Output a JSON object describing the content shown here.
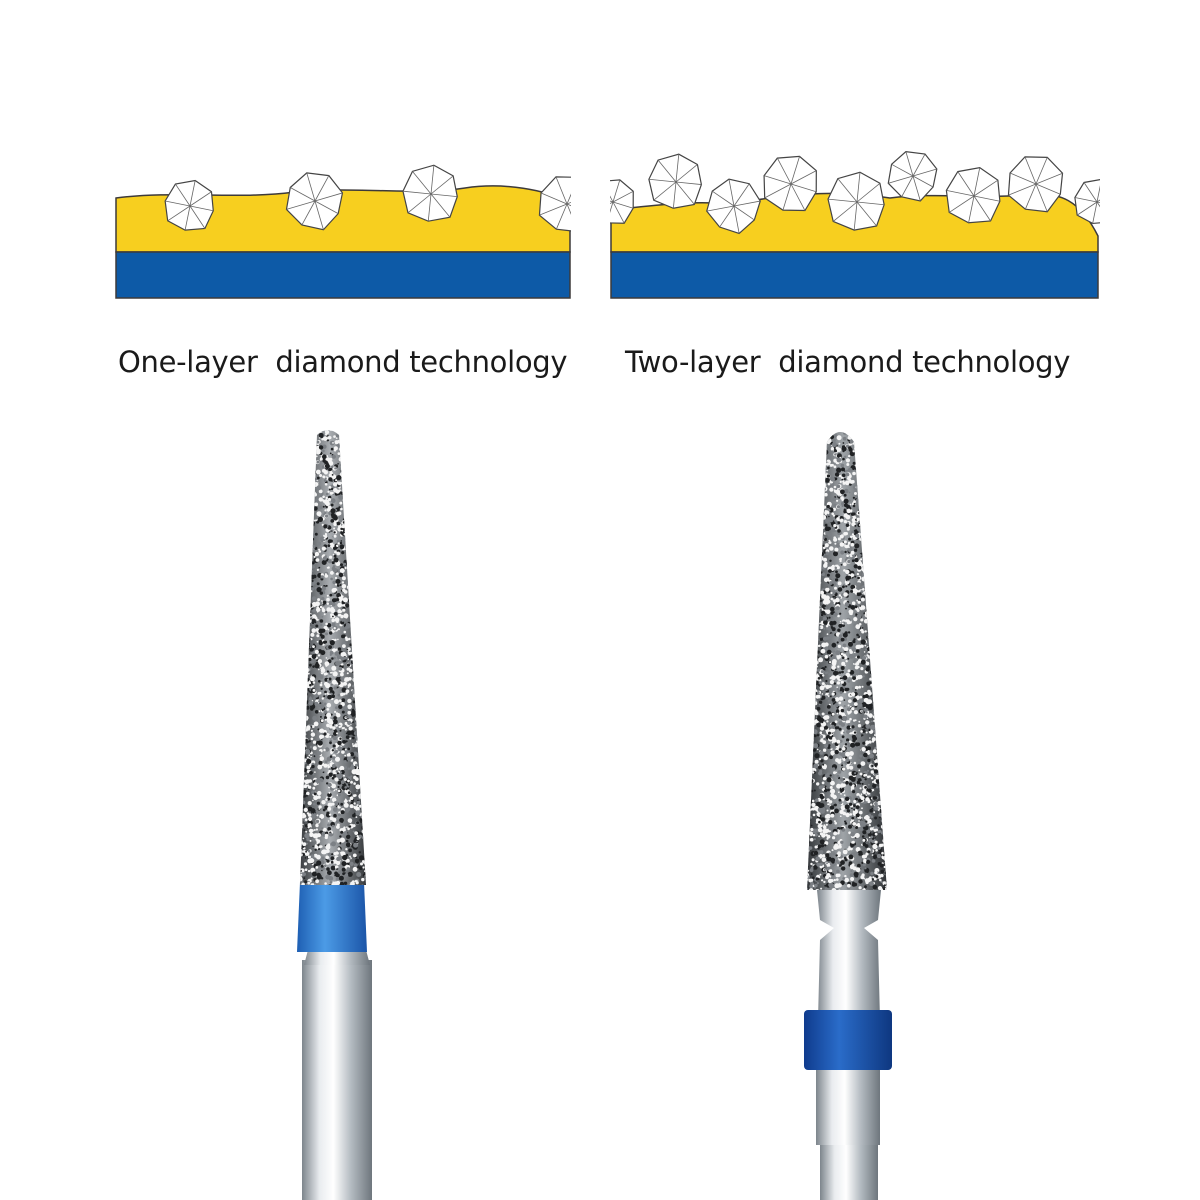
{
  "panels": [
    {
      "caption": "One-layer  diamond technology",
      "diamond_layers": 1
    },
    {
      "caption": "Two-layer  diamond technology",
      "diamond_layers": 2
    }
  ],
  "colors": {
    "bond_layer": "#f7cf1f",
    "substrate": "#0d5aa7",
    "outline": "#3d3a3a",
    "diamond_fill": "#ffffff",
    "diamond_lines": "#555555",
    "bur_ring_light": "#2f7fd4",
    "bur_ring_dark": "#1547a3",
    "shank_metal": "#c8cdd2"
  }
}
